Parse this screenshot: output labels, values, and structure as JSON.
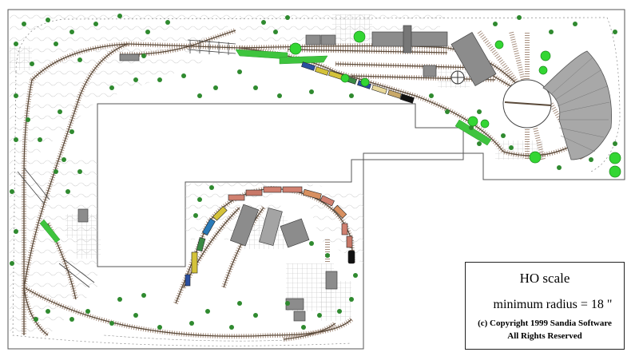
{
  "layout_plan": {
    "scale_label": "HO scale",
    "radius_label": "minimum radius = 18 \"",
    "copyright": "(c) Copyright 1999 Sandia Software",
    "rights": "All Rights Reserved"
  },
  "colors": {
    "track_rail": "#5a4a3a",
    "ties": "#a89080",
    "turnout_green": "#3ec43e",
    "baseboard_edge": "#555555",
    "tree": "#2f8a2f",
    "building_gray": "#8c8c8c",
    "turntable_roundhouse": "#a8a8a8"
  }
}
